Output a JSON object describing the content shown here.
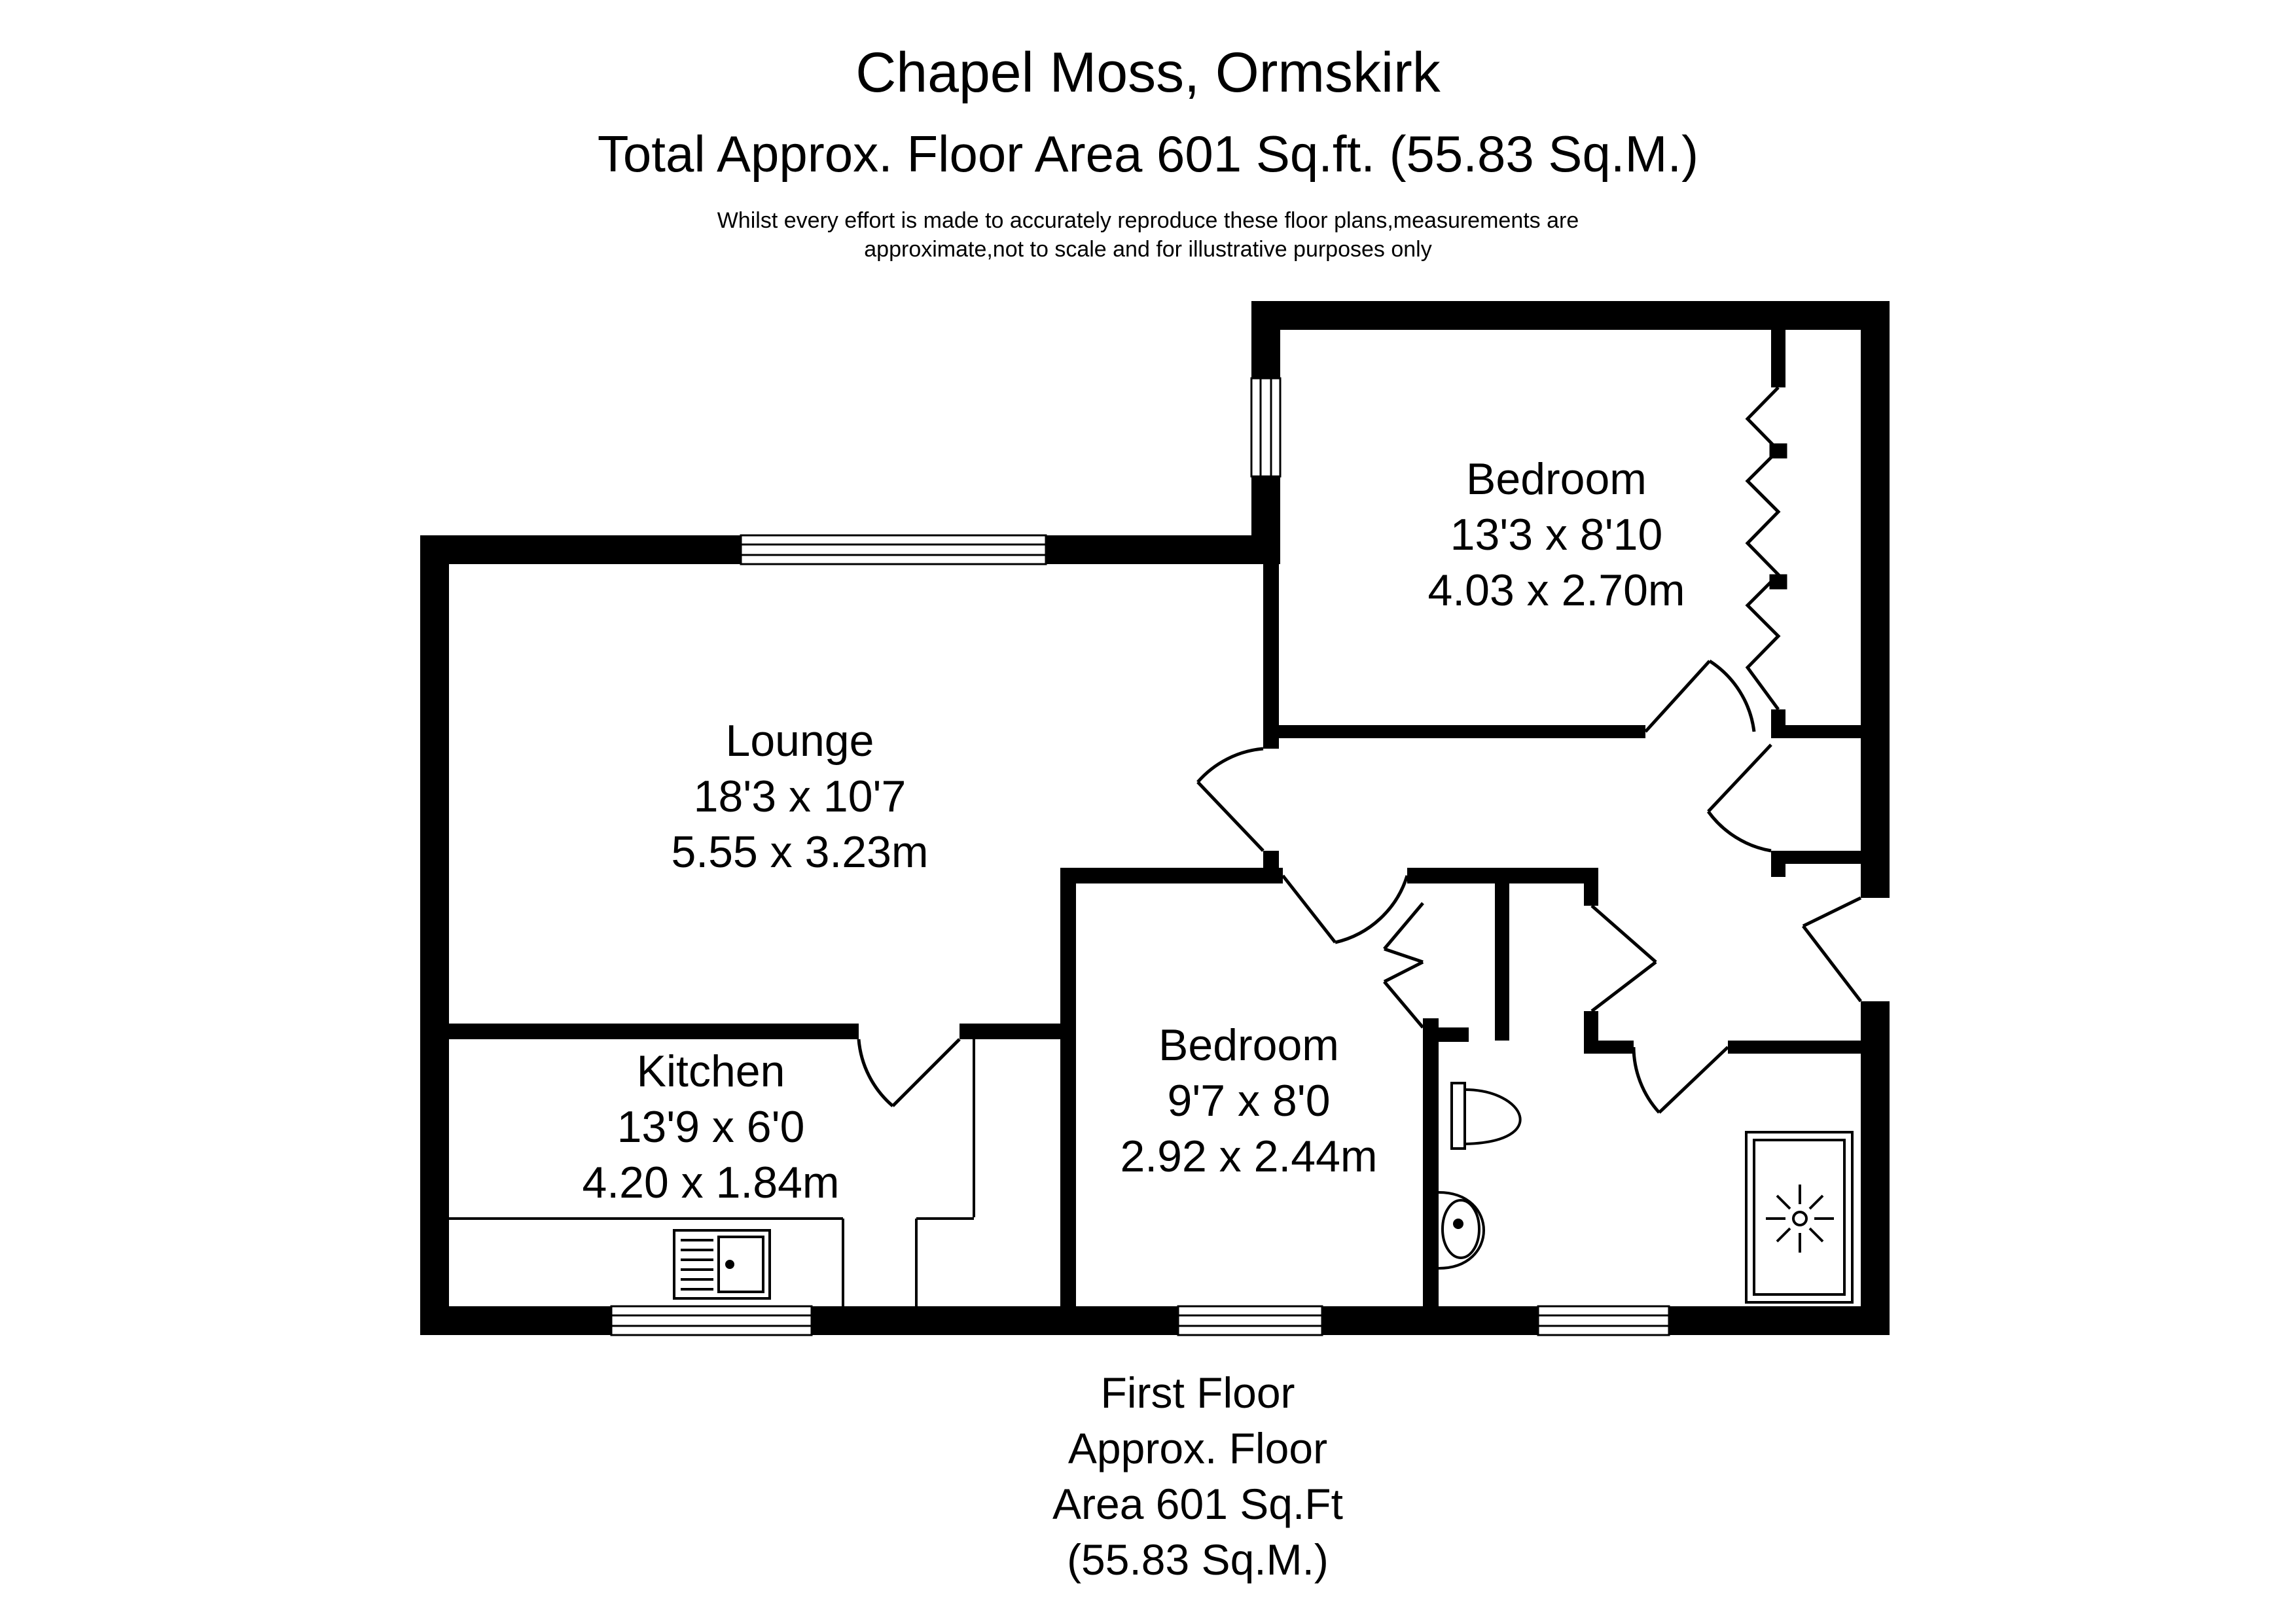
{
  "header": {
    "title": "Chapel Moss, Ormskirk",
    "total_area": "Total Approx. Floor Area 601 Sq.ft. (55.83 Sq.M.)",
    "disclaimer_line1": "Whilst every effort is made to accurately reproduce these floor plans,measurements are",
    "disclaimer_line2": "approximate,not to scale and for illustrative purposes only"
  },
  "rooms": [
    {
      "name": "Lounge",
      "imperial": "18'3 x 10'7",
      "metric": "5.55 x 3.23m"
    },
    {
      "name": "Bedroom",
      "imperial": "13'3 x 8'10",
      "metric": "4.03 x 2.70m"
    },
    {
      "name": "Kitchen",
      "imperial": "13'9 x 6'0",
      "metric": "4.20 x 1.84m"
    },
    {
      "name": "Bedroom",
      "imperial": "9'7 x 8'0",
      "metric": "2.92 x 2.44m"
    }
  ],
  "floor": {
    "line1": "First Floor",
    "line2": "Approx. Floor",
    "line3": "Area 601 Sq.Ft",
    "line4": "(55.83 Sq.M.)"
  },
  "colors": {
    "wall": "#000000",
    "background": "#ffffff"
  }
}
